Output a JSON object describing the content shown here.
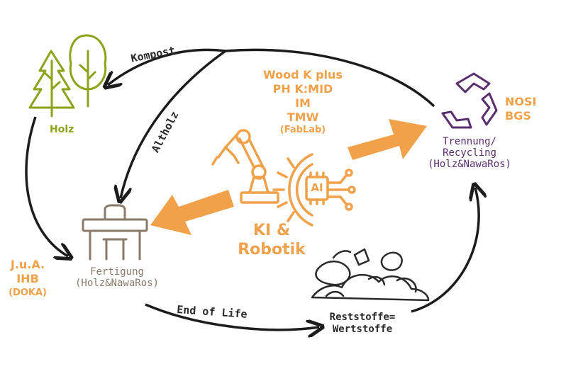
{
  "colors": {
    "green": "#8aa318",
    "orange": "#f0a14a",
    "purple": "#5a2e6e",
    "brown": "#8a7a6a",
    "dark": "#1c1c1c"
  },
  "nodes": {
    "holz": {
      "label": "Holz"
    },
    "fertigung": {
      "line1": "Fertigung",
      "line2": "(Holz&NawaRos)"
    },
    "trennung": {
      "line1": "Trennung/",
      "line2": "Recycling",
      "line3": "(Holz&NawaRos)"
    },
    "reststoffe": {
      "line1": "Reststoffe=",
      "line2": "Wertstoffe"
    },
    "center": {
      "line1": "KI &",
      "line2": "Robotik",
      "chip": "AI"
    }
  },
  "partners": {
    "center": [
      "Wood K plus",
      "PH K:MID",
      "IM",
      "TMW",
      "(FabLab)"
    ],
    "fertigung": [
      "J.u.A.",
      "IHB",
      "(DOKA)"
    ],
    "trennung": [
      "NOSI",
      "BGS"
    ]
  },
  "flows": {
    "kompost": "Kompost",
    "altholz": "Altholz",
    "end_of_life": "End of Life"
  }
}
